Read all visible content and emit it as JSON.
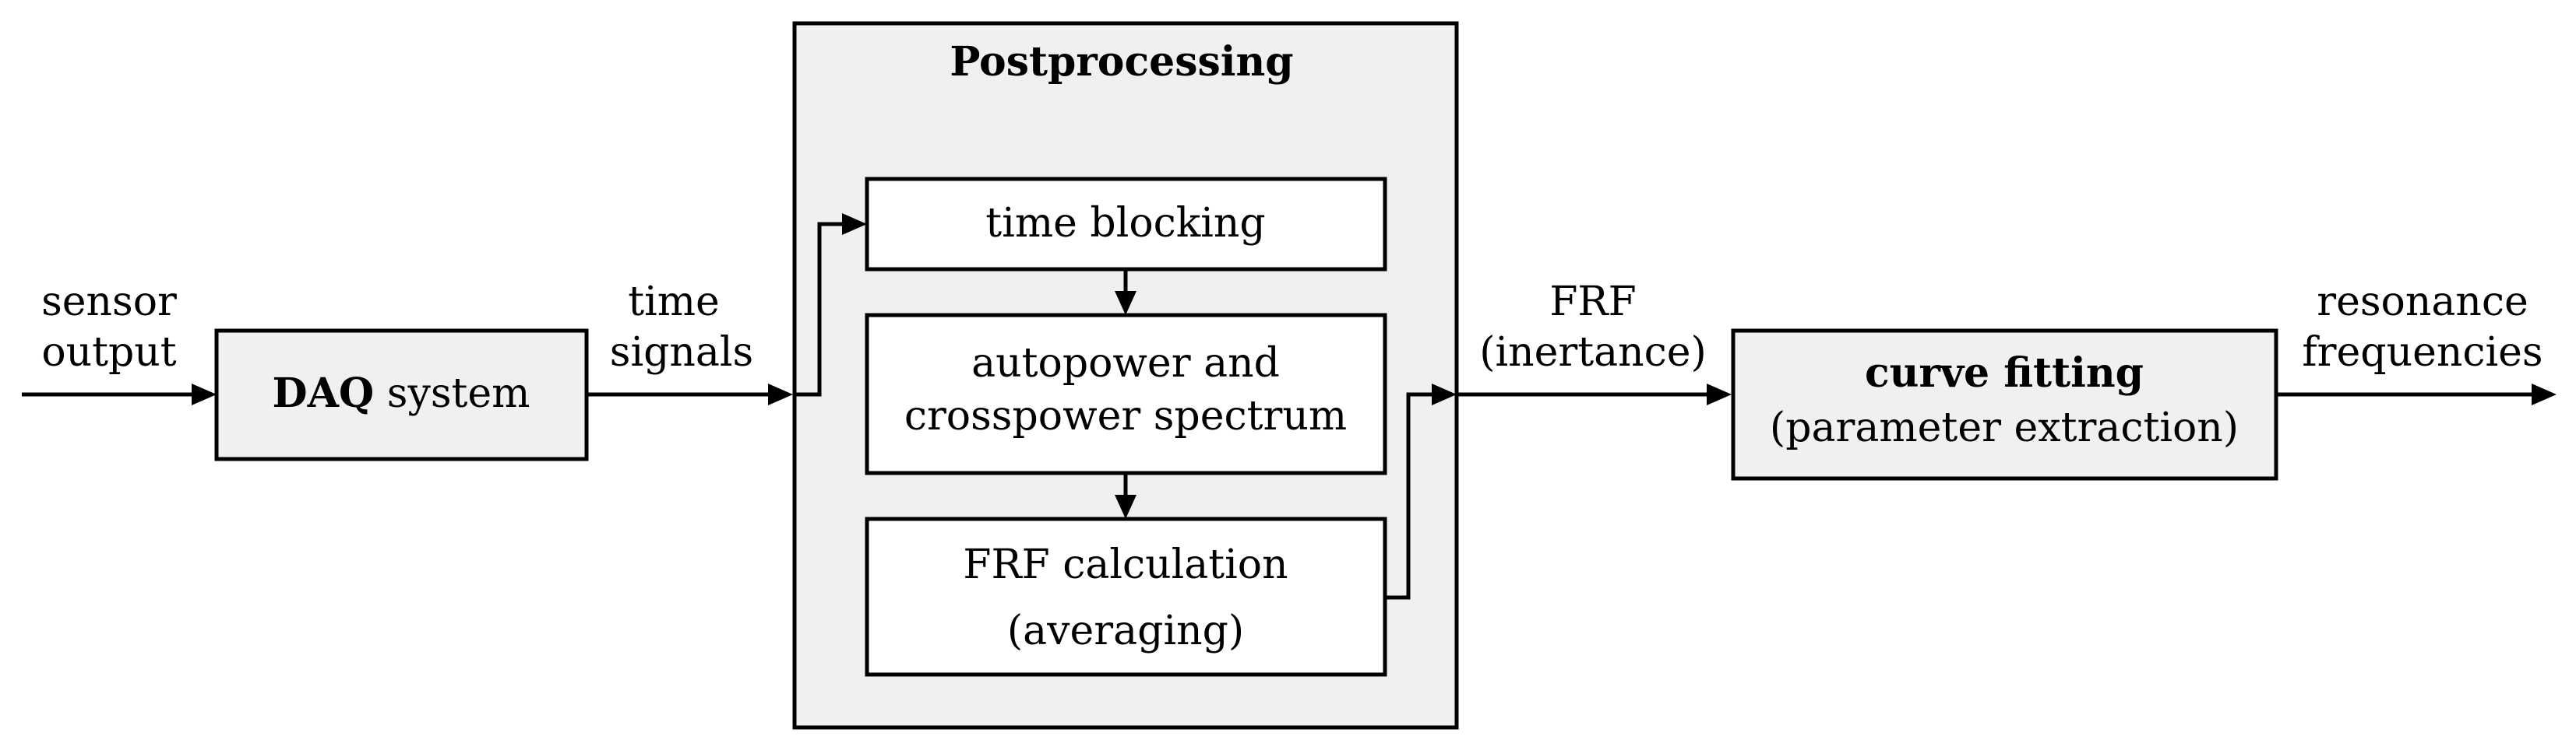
{
  "colors": {
    "box_fill": "#f0f0f0",
    "inner_box_fill": "#ffffff",
    "stroke": "#000000"
  },
  "inputs": {
    "sensor_output": [
      "sensor",
      "output"
    ]
  },
  "daq": {
    "bold": "DAQ",
    "rest": " system"
  },
  "edges": {
    "time_signals": [
      "time",
      "signals"
    ],
    "frf_inertance": [
      "FRF",
      "(inertance)"
    ],
    "resonance_frequencies": [
      "resonance",
      "frequencies"
    ]
  },
  "postprocessing": {
    "title": "Postprocessing",
    "steps": {
      "time_blocking": [
        "time blocking"
      ],
      "spectrum": [
        "autopower and",
        "crosspower spectrum"
      ],
      "frf_calc": [
        "FRF calculation",
        "(averaging)"
      ]
    }
  },
  "curve_fitting": {
    "title": "curve fitting",
    "subtitle": "(parameter extraction)"
  }
}
